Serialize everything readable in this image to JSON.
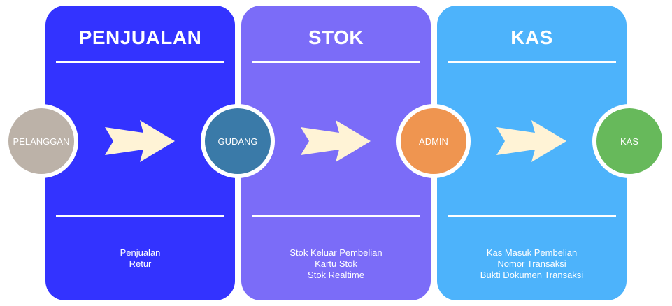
{
  "colors": {
    "panel_penjualan": "#3333ff",
    "panel_stok": "#7b6cf8",
    "panel_kas": "#4db3fb",
    "node_pelanggan": "#bcb2a8",
    "node_gudang": "#3a7aa8",
    "node_admin": "#ef9550",
    "node_kas": "#67b95b",
    "arrow_fill": "#fff3d6"
  },
  "panels": [
    {
      "title": "PENJUALAN",
      "lines": [
        "Penjualan",
        "Retur"
      ]
    },
    {
      "title": "STOK",
      "lines": [
        "Stok Keluar Pembelian",
        "Kartu Stok",
        "Stok Realtime"
      ]
    },
    {
      "title": "KAS",
      "lines": [
        "Kas Masuk Pembelian",
        "Nomor Transaksi",
        "Bukti Dokumen Transaksi"
      ]
    }
  ],
  "nodes": [
    {
      "label": "PELANGGAN"
    },
    {
      "label": "GUDANG"
    },
    {
      "label": "ADMIN"
    },
    {
      "label": "KAS"
    }
  ]
}
